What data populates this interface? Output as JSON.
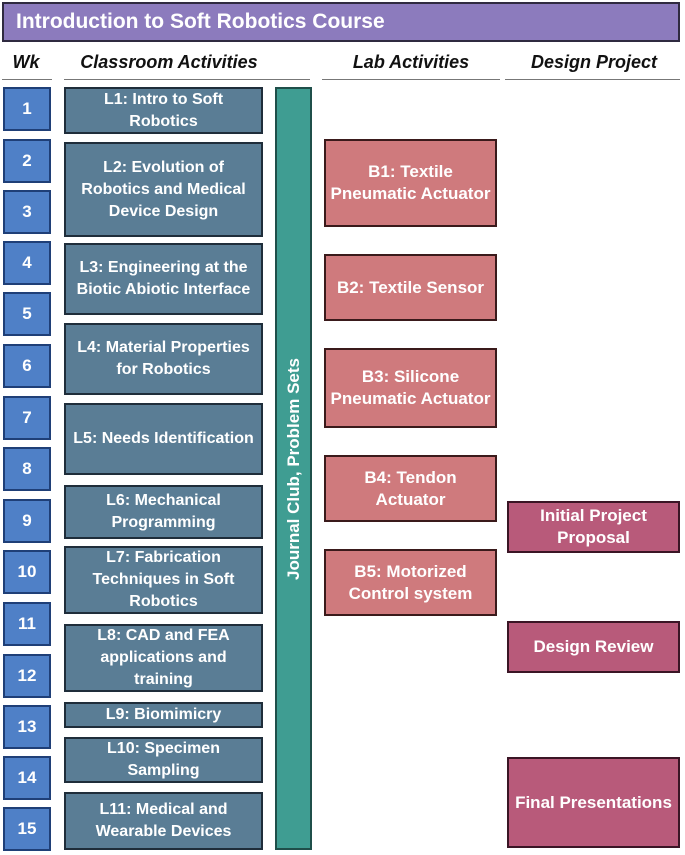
{
  "title": "Introduction to Soft Robotics Course",
  "headers": {
    "week": "Wk",
    "classroom": "Classroom Activities",
    "lab": "Lab Activities",
    "design": "Design Project"
  },
  "weeks": [
    "1",
    "2",
    "3",
    "4",
    "5",
    "6",
    "7",
    "8",
    "9",
    "10",
    "11",
    "12",
    "13",
    "14",
    "15"
  ],
  "classroom": [
    "L1: Intro to Soft Robotics",
    "L2: Evolution of Robotics and Medical Device Design",
    "L3: Engineering at the Biotic Abiotic Interface",
    "L4: Material Properties for Robotics",
    "L5: Needs Identification",
    "L6: Mechanical Programming",
    "L7: Fabrication Techniques in Soft Robotics",
    "L8: CAD and FEA applications and training",
    "L9: Biomimicry",
    "L10: Specimen Sampling",
    "L11: Medical and Wearable Devices"
  ],
  "journal": "Journal Club, Problem Sets",
  "lab": [
    "B1: Textile Pneumatic Actuator",
    "B2: Textile Sensor",
    "B3: Silicone Pneumatic Actuator",
    "B4: Tendon Actuator",
    "B5: Motorized Control system"
  ],
  "design": [
    "Initial Project Proposal",
    "Design Review",
    "Final Presentations"
  ]
}
